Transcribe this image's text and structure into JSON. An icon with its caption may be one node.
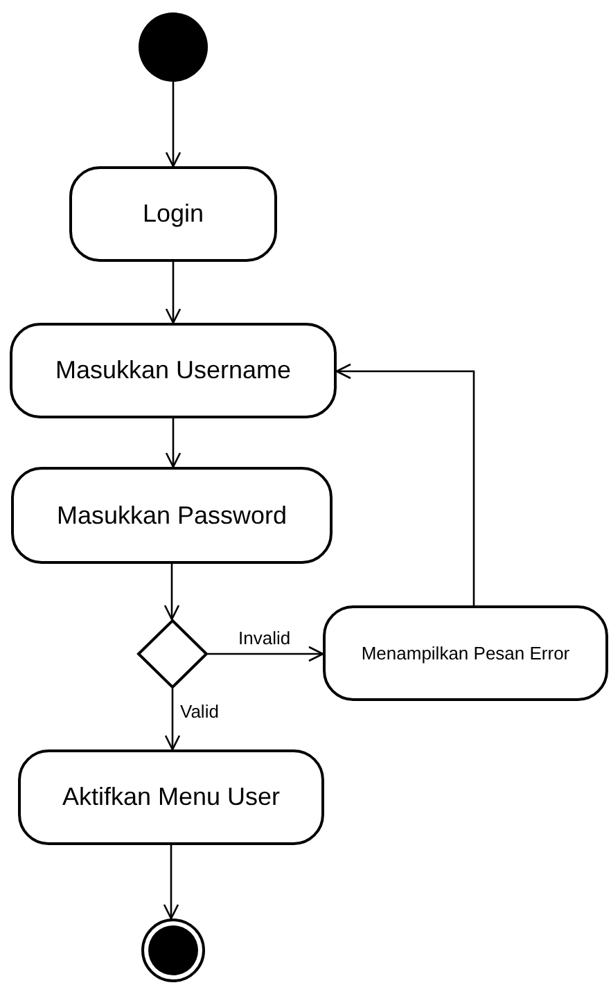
{
  "diagram": {
    "nodes": [
      {
        "text": [],
        "shape": "circle"
      },
      {
        "text": [
          "Login"
        ]
      },
      {
        "text": [
          "Masukkan Username"
        ]
      },
      {
        "text": [
          "Masukkan Password"
        ]
      },
      {
        "text": [],
        "shape": "diamond"
      },
      {
        "text": [
          "Menampilkan Pesan Error"
        ]
      },
      {
        "text": [
          "Aktifkan Menu User"
        ]
      },
      {
        "text": [],
        "shape": "circle"
      }
    ],
    "edges": [
      {
        "from": 0,
        "to": 1,
        "arrow": "to"
      },
      {
        "from": 1,
        "to": 2,
        "arrow": "to"
      },
      {
        "from": 2,
        "to": 3,
        "arrow": "to"
      },
      {
        "from": 3,
        "to": 4,
        "arrow": "to"
      },
      {
        "from": 4,
        "to": 5,
        "arrow": "to",
        "label": "Invalid"
      },
      {
        "from": 4,
        "to": 6,
        "arrow": "to",
        "label": "Valid"
      },
      {
        "from": 5,
        "to": 2,
        "arrow": "to"
      },
      {
        "from": 6,
        "to": 7,
        "arrow": "to"
      }
    ]
  }
}
